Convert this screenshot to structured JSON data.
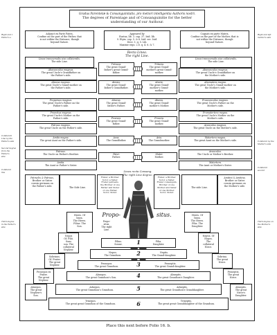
{
  "header": {
    "latin": "Gradus Parentelæ & Consanguinitatis, pro meliori intelligentia Authoris nostri.",
    "english": "The degrees of Parentage and of Consanguinitie for the better understanding of our Authour."
  },
  "top": {
    "center": "Appeared by\nEustus, lib. 3. cap. 37. Isid. lib.\n9. Etym. cap. 5. & 6. Isid. sec. Isid.\nDecr. 3. q. 5. Lib.\nMaxime ergo. 2.8. q. 4. 6. & 7.",
    "left_latin": "Adjunct ex Parte Patris,\nConfine on the part of the Father, that\nis not within the Distance, though\nbeyond Nature.",
    "right_latin": "Cognati ex parte Matris,\nConfine on the part of the Mother, that is\nnot within the Distance, though\nbeyond Nature.",
    "recta_linea": "Recta Linea.\nThe right Line."
  },
  "margin_left": [
    "Right and t\nFather's s",
    "Collaterall\nLine by the\nFather's side",
    "Second degree\nfrom the Father's\nside",
    "Collateral\nline",
    "Third degree\nin the Father's\nside"
  ],
  "margin_right": [
    "Right and left\nmother's side",
    "Collateral by the\nMother's side",
    "Collateral\nsecond",
    "Third degree on\nthe Mother's\nside"
  ],
  "left_stair": [
    {
      "title": "Linea transversalis sive collateralis.",
      "text": "The side Line."
    },
    {
      "title": "Abavunculus magnus.",
      "text": "The great Uncle's Grandfather on\nthe Father's side."
    },
    {
      "title": "Abavus magnus.",
      "text": "The great Uncle's Grand-mother on\nthe Father's side."
    },
    {
      "title": "Proparuus magnus.",
      "text": "The great Uncle's Father on the\nFather's side."
    },
    {
      "title": "Proavitus magnus.",
      "text": "The great Uncle's Mother on the\nFather's side."
    },
    {
      "title": "Patruus magnus.",
      "text": "The great Uncle on the Father's side."
    },
    {
      "title": "Amita magna.",
      "text": "The great Aunt on the Father's side."
    },
    {
      "title": "Patruus.",
      "text": "The Uncle on Father's Brother."
    },
    {
      "title": "Amita.",
      "text": "The Aunt or Father's Sister."
    }
  ],
  "right_stair": [
    {
      "title": "Linea transversalis sive collateralis.",
      "text": "The side Line."
    },
    {
      "title": "Abavunculus magnus.",
      "text": "The great Uncle's Grandfather on\nthe Mother's side."
    },
    {
      "title": "Abamatera magna.",
      "text": "The great Uncle's Grand-mother on\nthe Mother's side."
    },
    {
      "title": "Proavunculus magnus.",
      "text": "The great Uncle's Father on the\nMother's side."
    },
    {
      "title": "Promatertera magna.",
      "text": "The great Uncle's Mother on the\nMother's side."
    },
    {
      "title": "Avunculus magnus.",
      "text": "The great Uncle on the Mother's side."
    },
    {
      "title": "Matertera magna.",
      "text": "The great Aunt on the Mother's side."
    },
    {
      "title": "Avunculus.",
      "text": "The Uncle or Mother's Brother."
    },
    {
      "title": "Matertera.",
      "text": "The Aunt or Mother's Sister."
    }
  ],
  "ancestors_left": [
    {
      "title": "Tritavus.",
      "text": "The great Grand-\nfather's great Grand-\nfather."
    },
    {
      "title": "Atavus.",
      "text": "The great Grand-\nfather's Grandfather."
    },
    {
      "title": "Abavus.",
      "text": "The great Grand-\nfather's Father."
    },
    {
      "title": "Proavus.",
      "text": "The great Grand-\nfather."
    },
    {
      "title": "Avus.",
      "text": "The Grandfather."
    },
    {
      "title": "Pater.",
      "text": "Father."
    }
  ],
  "ancestors_right": [
    {
      "title": "Tritavia.",
      "text": "The great Grand-\nmother's great Grand-\nmother."
    },
    {
      "title": "Atavia.",
      "text": "The great Grand-\nmother's Grand-\nmother."
    },
    {
      "title": "Abavia.",
      "text": "The great Grand-\nmother's Mother."
    },
    {
      "title": "Proavia.",
      "text": "The great Grand-\nmother."
    },
    {
      "title": "Avia.",
      "text": "The Grandmother."
    },
    {
      "title": "Mater.",
      "text": "Mother."
    }
  ],
  "center": {
    "linea_recta": "Linea recta Consang.\nThe right Line degree.",
    "propositus": "Propo-\nsitus.\nThe right\nLine.",
    "propositus_left": "Propo-",
    "propositus_right": "situs.",
    "mid_left": "Frater, a Brother.\nSoror, a Sister.\nFrater patruelis,\nthe Brother of one\nFather and Sister\nof one Father.\nSoror, Sister.",
    "mid_right": "Frater, a Brother.\nSoror, a Sister.\nFrater consanguin.\nBrother of one\nMother and Sister\nof one Mother.\nSoror, Sister.",
    "side_left_title": "Patruelis & Patruus,",
    "side_left": "Brother or Sister\ncousin germans on\nthe Father's side.",
    "side_right_title": "Amitini & Amitina,",
    "side_right": "Brother or Sister\ncousin germans on\nthe Mother's side.",
    "side_left2": "The Side Line.",
    "side_right2": "The side Line."
  },
  "descendants": [
    {
      "left": "Filius.\nSonne.",
      "right": "Filia.\nDaughter."
    },
    {
      "left": "Nepos.\nThe Grandson.",
      "right": "Neptis.\nThe Grand-daughter."
    },
    {
      "left": "Pronepos.\nThe great Grandson.",
      "right": "Proneptis.\nThe great Grand-daughter."
    },
    {
      "left": "Abnepos.\nThe great Grandson's Son.",
      "right": "Abneptis.\nThe great Grandson's Daughter."
    },
    {
      "left": "Adnepos.\nThe great Grandson's Grandson.",
      "right": "Adneptis.\nThe great Grandson's Granddaughter."
    },
    {
      "left": "Trinepos.\nThe great great Grandson of the Grandson.",
      "right": "Trineptis.\nThe great great Granddaughter of the Grandson."
    }
  ],
  "lower_left": [
    "Heres. Of\nlinea.\nThe Heres.\nFilius. The\nSon.",
    "Nepos\nOf. Filii.\nSons\nson. The\ncollateral\nNephew.",
    "Sobrinus.\nOf. Frater.\nThe great\nNephew.",
    "Pronepos ex\nFrater.\nThe great\nNephew.",
    "Abnepos.\nThe great\nNephew's\nSon."
  ],
  "lower_right": [
    "Heres. Of\nlinea.\nThe Heres.\nFilia. The\nDaughter.",
    "Neptis. Of\nNepos.\nThe\ncollateral\nNiece.",
    "Sobrina.\nThe great\nNiece.",
    "Proneptis.\nThe great\nNiece.",
    "Abneptis.\nThe great\nNiece's\nDaughter."
  ],
  "step_numbers": [
    "1",
    "2",
    "3",
    "4",
    "5",
    "6"
  ],
  "footer": "Place this next before Folio 16. b."
}
